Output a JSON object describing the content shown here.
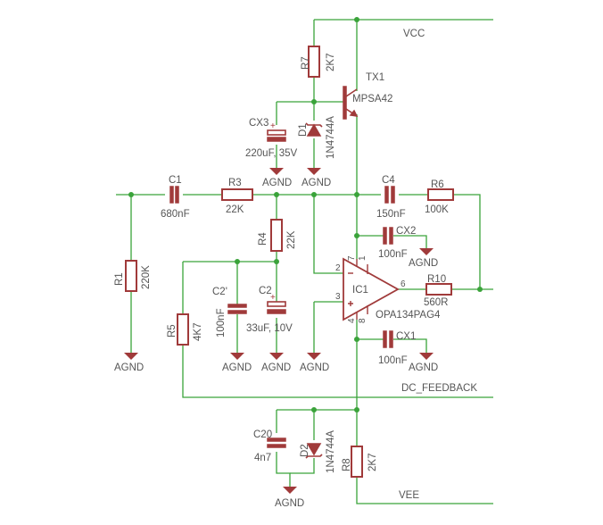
{
  "nets": {
    "vcc": "VCC",
    "vee": "VEE",
    "dc_feedback": "DC_FEEDBACK",
    "agnd": "AGND"
  },
  "parts": {
    "r7": {
      "ref": "R7",
      "value": "2K7"
    },
    "tx1": {
      "ref": "TX1",
      "value": "MPSA42"
    },
    "cx3": {
      "ref": "CX3",
      "value": "220uF, 35V"
    },
    "d1": {
      "ref": "D1",
      "value": "1N4744A"
    },
    "c1": {
      "ref": "C1",
      "value": "680nF"
    },
    "r3": {
      "ref": "R3",
      "value": "22K"
    },
    "c4": {
      "ref": "C4",
      "value": "150nF"
    },
    "r6": {
      "ref": "R6",
      "value": "100K"
    },
    "cx2": {
      "ref": "CX2",
      "value": "100nF"
    },
    "r4": {
      "ref": "R4",
      "value": "22K"
    },
    "r1": {
      "ref": "R1",
      "value": "220K"
    },
    "c2p": {
      "ref": "C2'",
      "value": "100nF"
    },
    "c2": {
      "ref": "C2",
      "value": "33uF, 10V"
    },
    "ic1": {
      "ref": "IC1",
      "value": "OPA134PAG4"
    },
    "r10": {
      "ref": "R10",
      "value": "560R"
    },
    "r5": {
      "ref": "R5",
      "value": "4K7"
    },
    "cx1": {
      "ref": "CX1",
      "value": "100nF"
    },
    "c20": {
      "ref": "C20",
      "value": "4n7"
    },
    "d2": {
      "ref": "D2",
      "value": "1N4744A"
    },
    "r8": {
      "ref": "R8",
      "value": "2K7"
    }
  },
  "pins": {
    "p1": "1",
    "p2": "2",
    "p3": "3",
    "p4": "4",
    "p6": "6",
    "p7": "7",
    "p8": "8"
  },
  "colors": {
    "wire": "#3aa33a",
    "part": "#a03a3a",
    "text": "#555555",
    "background": "#ffffff"
  }
}
